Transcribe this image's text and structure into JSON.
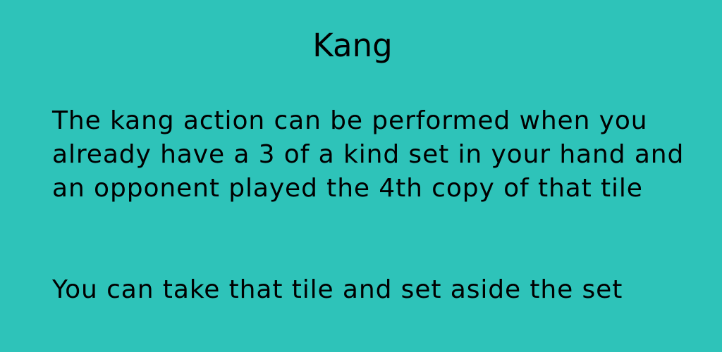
{
  "screen": {
    "title": "Kang",
    "paragraph_1": "The kang action can be performed when you already have a 3 of a kind set in your hand and an opponent played the 4th copy of that tile",
    "paragraph_2": "You can take that tile and set aside the set"
  },
  "colors": {
    "background": "#2ec3b9",
    "text": "#000000"
  }
}
